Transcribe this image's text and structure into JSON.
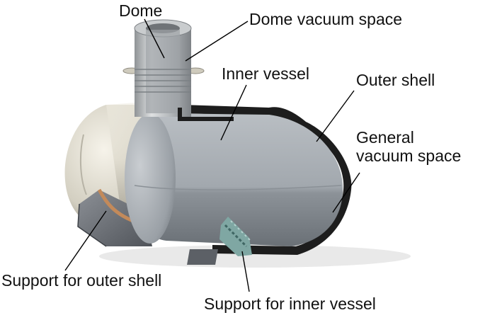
{
  "diagram": {
    "labels": {
      "dome": "Dome",
      "dome_vacuum_space": "Dome vacuum space",
      "inner_vessel": "Inner vessel",
      "outer_shell": "Outer shell",
      "general_vacuum_space": [
        "General",
        "vacuum space"
      ],
      "support_outer_shell": "Support for outer shell",
      "support_inner_vessel": "Support for inner vessel"
    },
    "colors": {
      "outer_shell_light": "#e7e3d6",
      "outer_shell_mid": "#c9c5b6",
      "outer_shell_dark": "#8e8a7d",
      "inner_vessel_light": "#c4c8cc",
      "inner_vessel_mid": "#9ea4aa",
      "inner_vessel_dark": "#6f757b",
      "outer_wall_section": "#1d1d1d",
      "support_outer": "#6b6f74",
      "support_inner": "#7fa7a3",
      "leader_line": "#000000",
      "text": "#111111"
    }
  }
}
